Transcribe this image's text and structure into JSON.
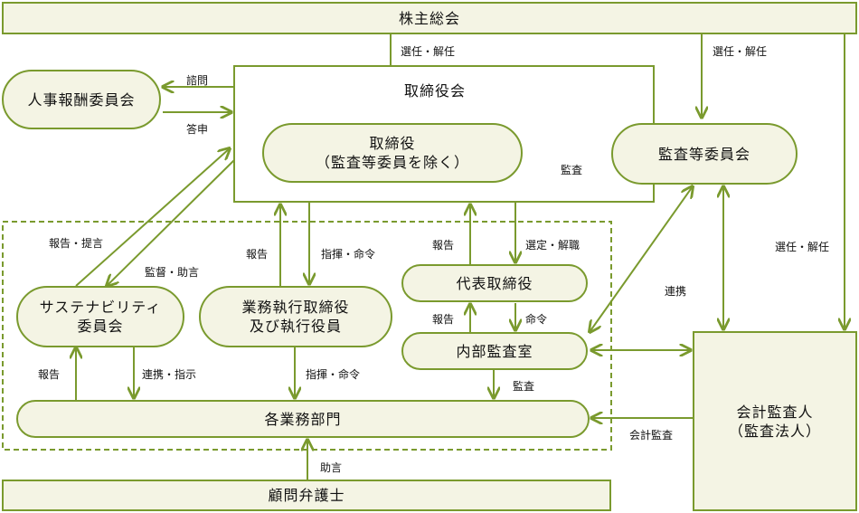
{
  "nodes": {
    "shareholders": "株主総会",
    "board": "取締役会",
    "compensation": "人事報酬委員会",
    "directors": "取締役\n（監査等委員を除く）",
    "audit_committee": "監査等委員会",
    "representative": "代表取締役",
    "internal_audit": "内部監査室",
    "sustainability": "サステナビリティ\n委員会",
    "executives": "業務執行取締役\n及び執行役員",
    "departments": "各業務部門",
    "auditor": "会計監査人\n（監査法人）",
    "lawyer": "顧問弁護士"
  },
  "labels": {
    "elect1": "選任・解任",
    "elect2": "選任・解任",
    "elect3": "選任・解任",
    "inquiry": "諮問",
    "answer": "答申",
    "audit1": "監査",
    "report_proposal": "報告・提言",
    "supervise_advise": "監督・助言",
    "report1": "報告",
    "instruct1": "指揮・命令",
    "report2": "報告",
    "appoint_dismiss": "選定・解職",
    "cooperate1": "連携",
    "report3": "報告",
    "order": "命令",
    "report4": "報告",
    "cooperate_instruct": "連携・指示",
    "instruct2": "指揮・命令",
    "audit2": "監査",
    "accounting_audit": "会計監査",
    "advice": "助言"
  },
  "colors": {
    "line": "#7a9a2e",
    "fill": "#f4f4e4"
  }
}
